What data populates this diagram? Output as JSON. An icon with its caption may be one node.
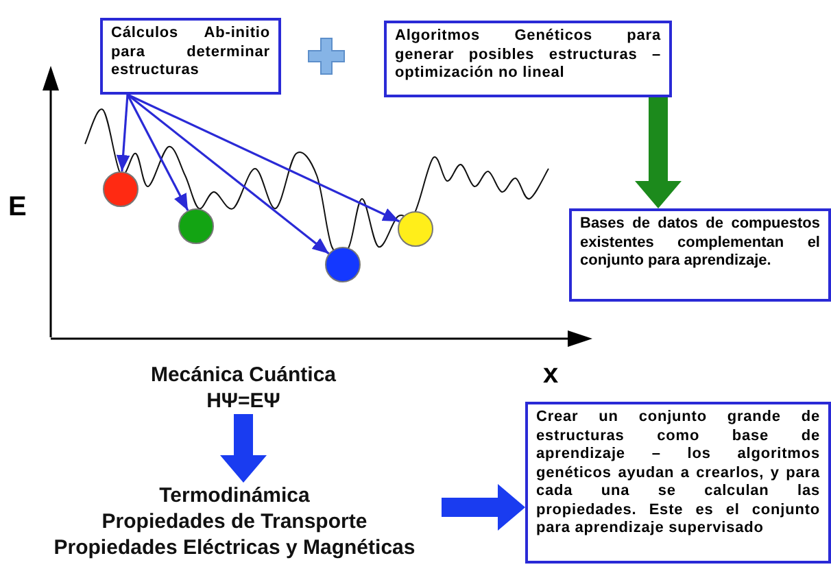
{
  "diagram": {
    "nodes": [
      {
        "text": [
          "Cálculos Ab-initio para determinar estructuras"
        ]
      },
      {
        "text": [
          "Algoritmos Genéticos para generar posibles estructuras – optimización no lineal"
        ]
      },
      {
        "text": [
          "Bases de datos de compuestos existentes complementan el conjunto para aprendizaje."
        ]
      },
      {
        "text": [
          "Mecánica Cuántica",
          "HΨ=EΨ"
        ]
      },
      {
        "text": [
          "Termodinámica",
          "Propiedades de Transporte",
          "Propiedades Eléctricas y Magnéticas"
        ]
      },
      {
        "text": [
          "Crear un conjunto grande de estructuras como base de aprendizaje – los algoritmos genéticos ayudan a crearlos, y para cada una se calculan las propiedades. Este es el conjunto para aprendizaje supervisado"
        ]
      },
      {
        "text": [],
        "shape": "circle"
      },
      {
        "text": [],
        "shape": "circle"
      },
      {
        "text": [],
        "shape": "circle"
      },
      {
        "text": [],
        "shape": "circle"
      }
    ],
    "edges": [
      {
        "from": 0,
        "to": 6,
        "arrow": "to"
      },
      {
        "from": 0,
        "to": 7,
        "arrow": "to"
      },
      {
        "from": 0,
        "to": 8,
        "arrow": "to"
      },
      {
        "from": 0,
        "to": 9,
        "arrow": "to"
      },
      {
        "from": 1,
        "to": 2,
        "arrow": "to",
        "style": "thick",
        "color": "#1c8a1c"
      },
      {
        "from": 3,
        "to": 4,
        "arrow": "to",
        "style": "thick"
      },
      {
        "from": 4,
        "to": 5,
        "arrow": "to",
        "style": "thick"
      }
    ],
    "labels": [
      "E",
      "x"
    ]
  }
}
